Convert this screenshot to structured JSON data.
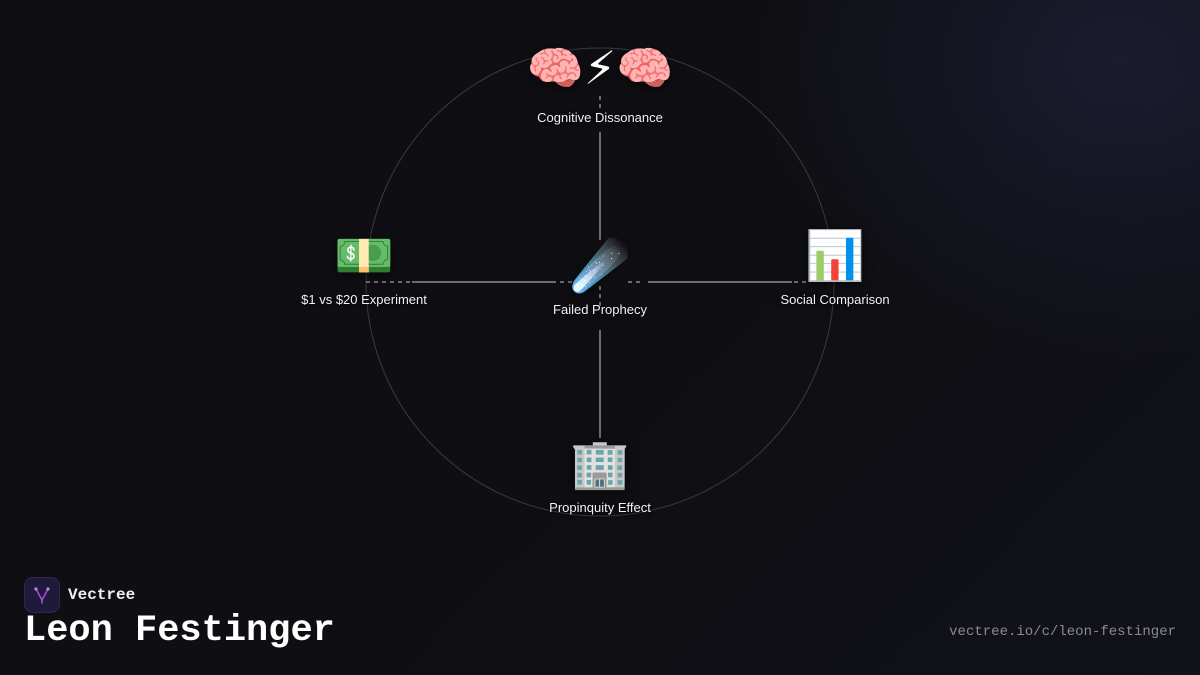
{
  "diagram": {
    "center": {
      "id": "failed-prophecy",
      "icon": "☄️",
      "icon_name": "comet-icon",
      "label": "Failed Prophecy"
    },
    "nodes": [
      {
        "id": "cognitive-dissonance",
        "icon": "🧠⚡🧠",
        "icon_name": "brain-lightning-brain-icon",
        "label": "Cognitive Dissonance"
      },
      {
        "id": "social-comparison",
        "icon": "📊",
        "icon_name": "bar-chart-icon",
        "label": "Social Comparison"
      },
      {
        "id": "propinquity-effect",
        "icon": "🏢",
        "icon_name": "office-building-icon",
        "label": "Propinquity Effect"
      },
      {
        "id": "dollar-experiment",
        "icon": "💵",
        "icon_name": "dollar-banknote-icon",
        "label": "$1 vs $20 Experiment"
      }
    ]
  },
  "brand": {
    "name": "Vectree",
    "logo_icon": "vectree-logo-icon",
    "accent": "#a64ad9"
  },
  "page": {
    "title": "Leon Festinger",
    "url": "vectree.io/c/leon-festinger"
  }
}
